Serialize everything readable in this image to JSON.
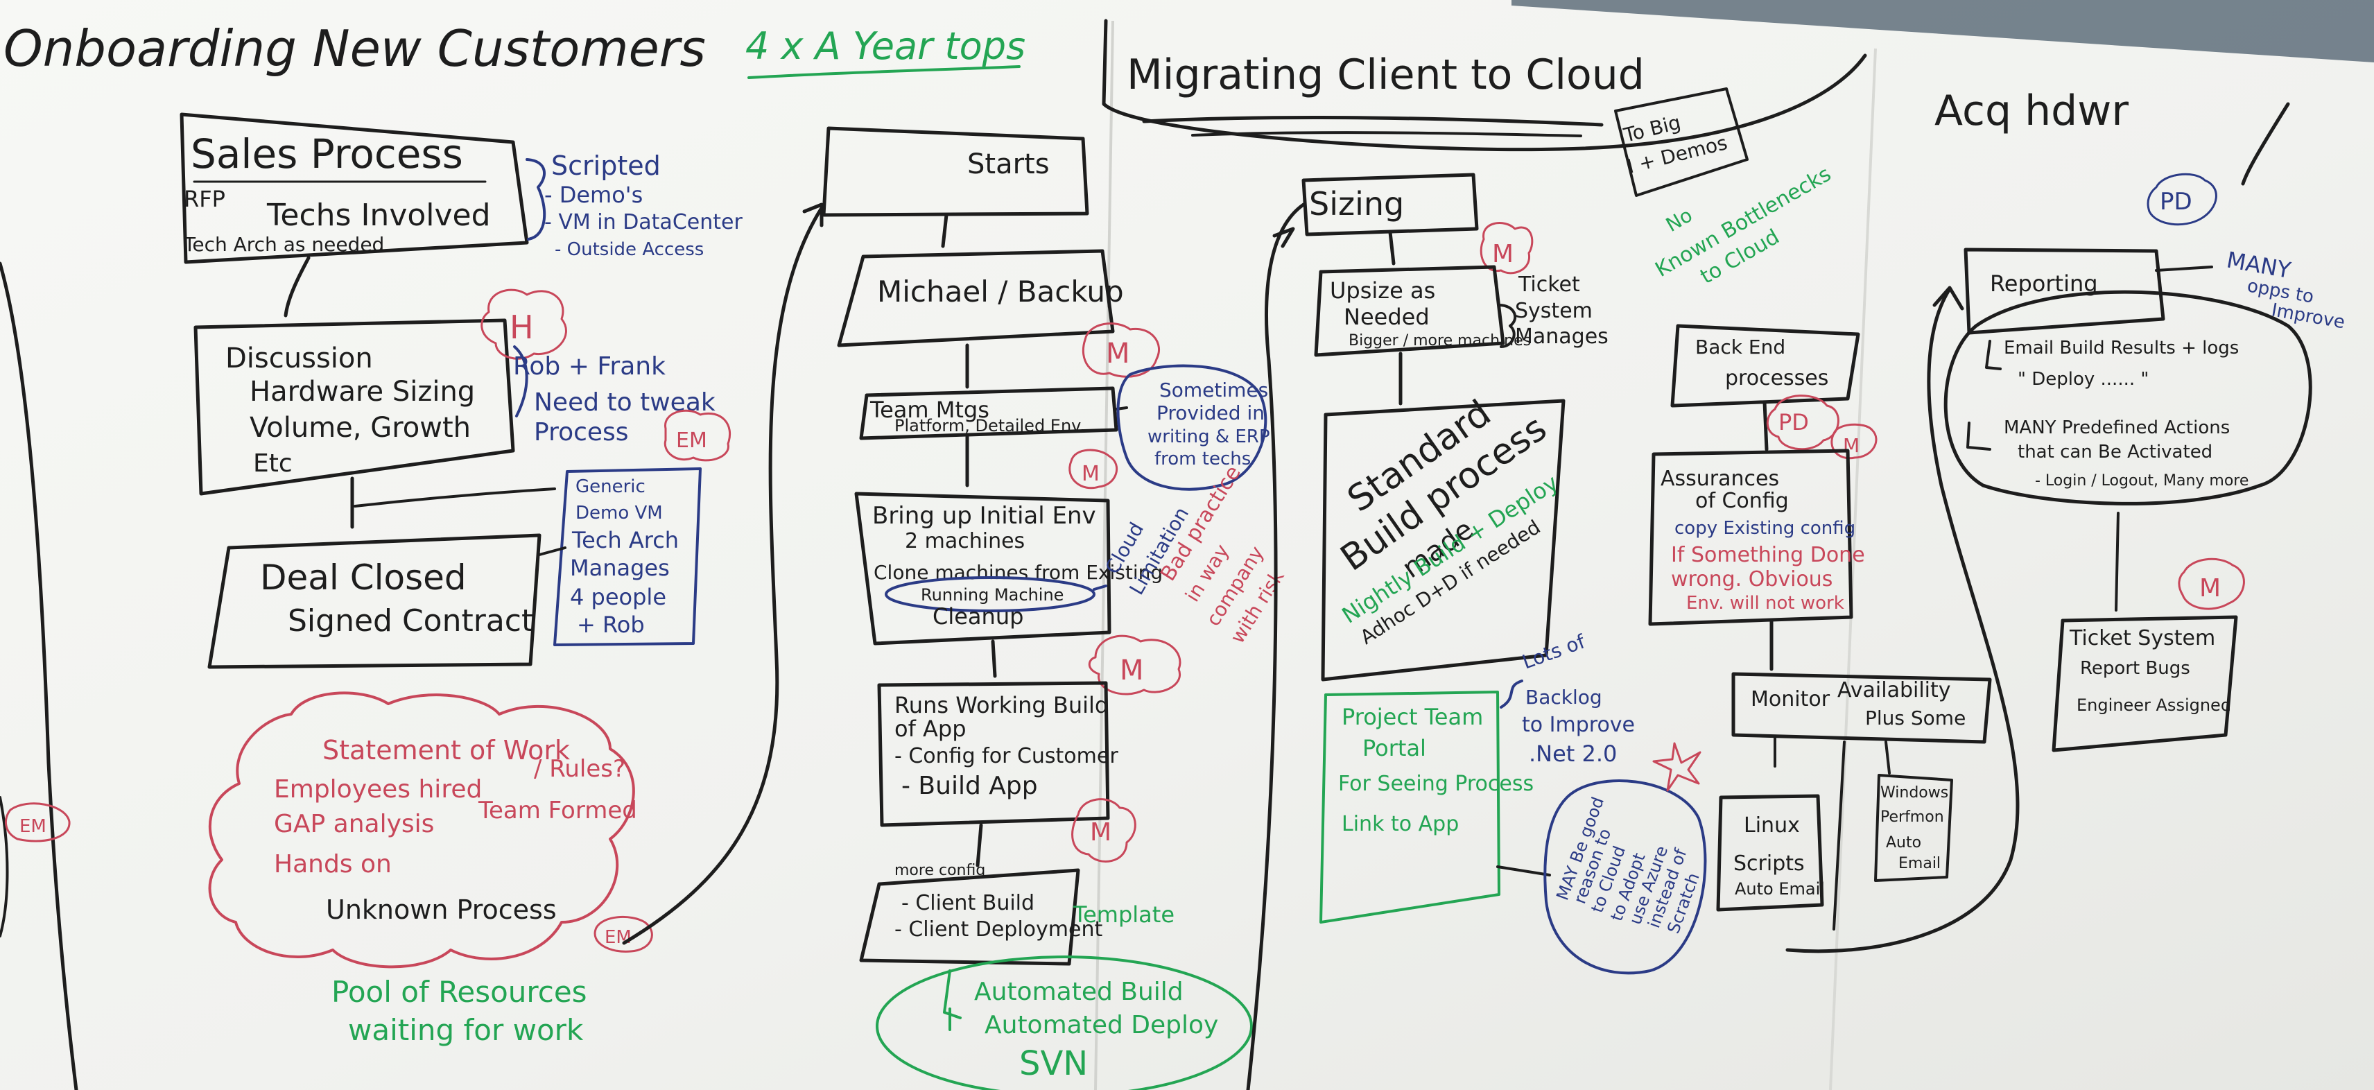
{
  "colors": {
    "black": "#1d1d1d",
    "blue": "#2b3b86",
    "green": "#23a553",
    "red": "#c8475a",
    "board": "#f4f5f2"
  },
  "col1": {
    "title": "Onboarding New Customers",
    "subtitle": "4 x A Year tops",
    "sales_title": "Sales Process",
    "sales_line1": "RFP",
    "sales_line2": "Techs Involved",
    "sales_line3": "Tech Arch as needed",
    "scripted_1": "Scripted",
    "scripted_2": "- Demo's",
    "scripted_3": "- VM in DataCenter",
    "scripted_4": "- Outside Access",
    "disc_1": "Discussion",
    "disc_2": "Hardware Sizing",
    "disc_3": "Volume, Growth",
    "disc_4": "Etc",
    "tag_h": "H",
    "robfrank_1": "Rob + Frank",
    "robfrank_2": "Need to tweak",
    "robfrank_3": "Process",
    "tag_em1": "EM",
    "generic_1": "Generic",
    "generic_2": "Demo VM",
    "generic_3": "Tech Arch",
    "generic_4": "Manages",
    "generic_5": "4 people",
    "generic_6": "+ Rob",
    "deal_1": "Deal Closed",
    "deal_2": "Signed Contract",
    "sow_1": "Statement of Work",
    "sow_2": "/ Rules?",
    "sow_3": "Employees hired",
    "sow_4": "GAP analysis",
    "sow_5": "Hands on",
    "sow_6": "Team Formed",
    "sow_7": "Unknown Process",
    "tag_em2": "EM",
    "tag_em3": "EM",
    "pool_1": "Pool of Resources",
    "pool_2": "waiting for work"
  },
  "col2": {
    "starts": "Starts",
    "michael": "Michael / Backup",
    "tag_m1": "M",
    "team_1": "Team Mtgs",
    "team_2": "Platform, Detailed Env.",
    "cloud_1": "Sometimes",
    "cloud_2": "Provided in",
    "cloud_3": "writing & ERP",
    "cloud_4": "from techs",
    "tag_m2": "M",
    "bring_1": "Bring up Initial Env",
    "bring_2": "2 machines",
    "bring_3": "Clone machines from Existing",
    "bring_4": "Running Machine",
    "bring_5": "Cleanup",
    "cloudlim_1": "Cloud",
    "cloudlim_2": "Limitation",
    "bad_1": "Bad practice",
    "bad_2": "in way",
    "bad_3": "company",
    "bad_4": "with risk",
    "tag_m3": "M",
    "runs_1": "Runs Working Build",
    "runs_2": "of App",
    "runs_3": "- Config for Customer",
    "runs_4": "- Build App",
    "tag_m4": "M",
    "more_config": "more config",
    "client_1": "- Client Build",
    "client_2": "- Client Deployment",
    "template": "Template",
    "auto_1": "Automated Build",
    "auto_2": "Automated Deploy",
    "svn": "SVN"
  },
  "col3": {
    "title": "Migrating Client to Cloud",
    "tobig_1": "To Big",
    "tobig_2": "I + Demos",
    "sizing": "Sizing",
    "tag_m5": "M",
    "upsize_1": "Upsize as",
    "upsize_2": "Needed",
    "upsize_3": "Bigger / more machines",
    "ticket_1": "Ticket",
    "ticket_2": "System",
    "ticket_3": "Manages",
    "std_1": "Standard",
    "std_2": "Build process",
    "std_3": "made",
    "std_4": "Nightly Build + Deploy",
    "std_5": "Adhoc D+D if needed",
    "ptp_1": "Project Team",
    "ptp_2": "Portal",
    "ptp_3": "For Seeing Process",
    "ptp_4": "Link to App",
    "lots_1": "Lots of",
    "lots_2": "Backlog",
    "lots_3": "to Improve",
    "lots_4": ".Net 2.0",
    "may_1": "MAY Be good",
    "may_2": "reason to",
    "may_3": "to Cloud",
    "may_4": "to Adopt",
    "may_5": "use Azure",
    "may_6": "instead of",
    "may_7": "Scratch",
    "no_1": "No",
    "no_2": "Known Bottlenecks",
    "no_3": "to Cloud",
    "backend_1": "Back End",
    "backend_2": "processes",
    "tag_pd1": "PD",
    "tag_m6": "M",
    "assur_1": "Assurances",
    "assur_2": "of Config",
    "assur_3": "copy Existing config",
    "assur_4": "If Something Done",
    "assur_5": "wrong. Obvious",
    "assur_6": "Env. will not work",
    "monitor_1": "Monitor",
    "monitor_2": "Availability",
    "monitor_3": "Plus Some",
    "linux_1": "Linux",
    "linux_2": "Scripts",
    "linux_3": "Auto Email",
    "win_1": "Windows",
    "win_2": "Perfmon",
    "win_3": "Auto",
    "win_4": "Email"
  },
  "col4": {
    "title": "Acq hdwr",
    "tag_pd2": "PD",
    "reporting": "Reporting",
    "many_1": "MANY",
    "many_2": "opps to",
    "many_3": "Improve",
    "email_1": "Email Build Results + logs",
    "email_2": "\" Deploy ...... \"",
    "email_3": "MANY Predefined Actions",
    "email_4": "that can Be Activated",
    "email_5": "- Login / Logout, Many more",
    "tag_m7": "M",
    "tix_1": "Ticket System",
    "tix_2": "Report Bugs",
    "tix_3": "Engineer Assigned"
  }
}
